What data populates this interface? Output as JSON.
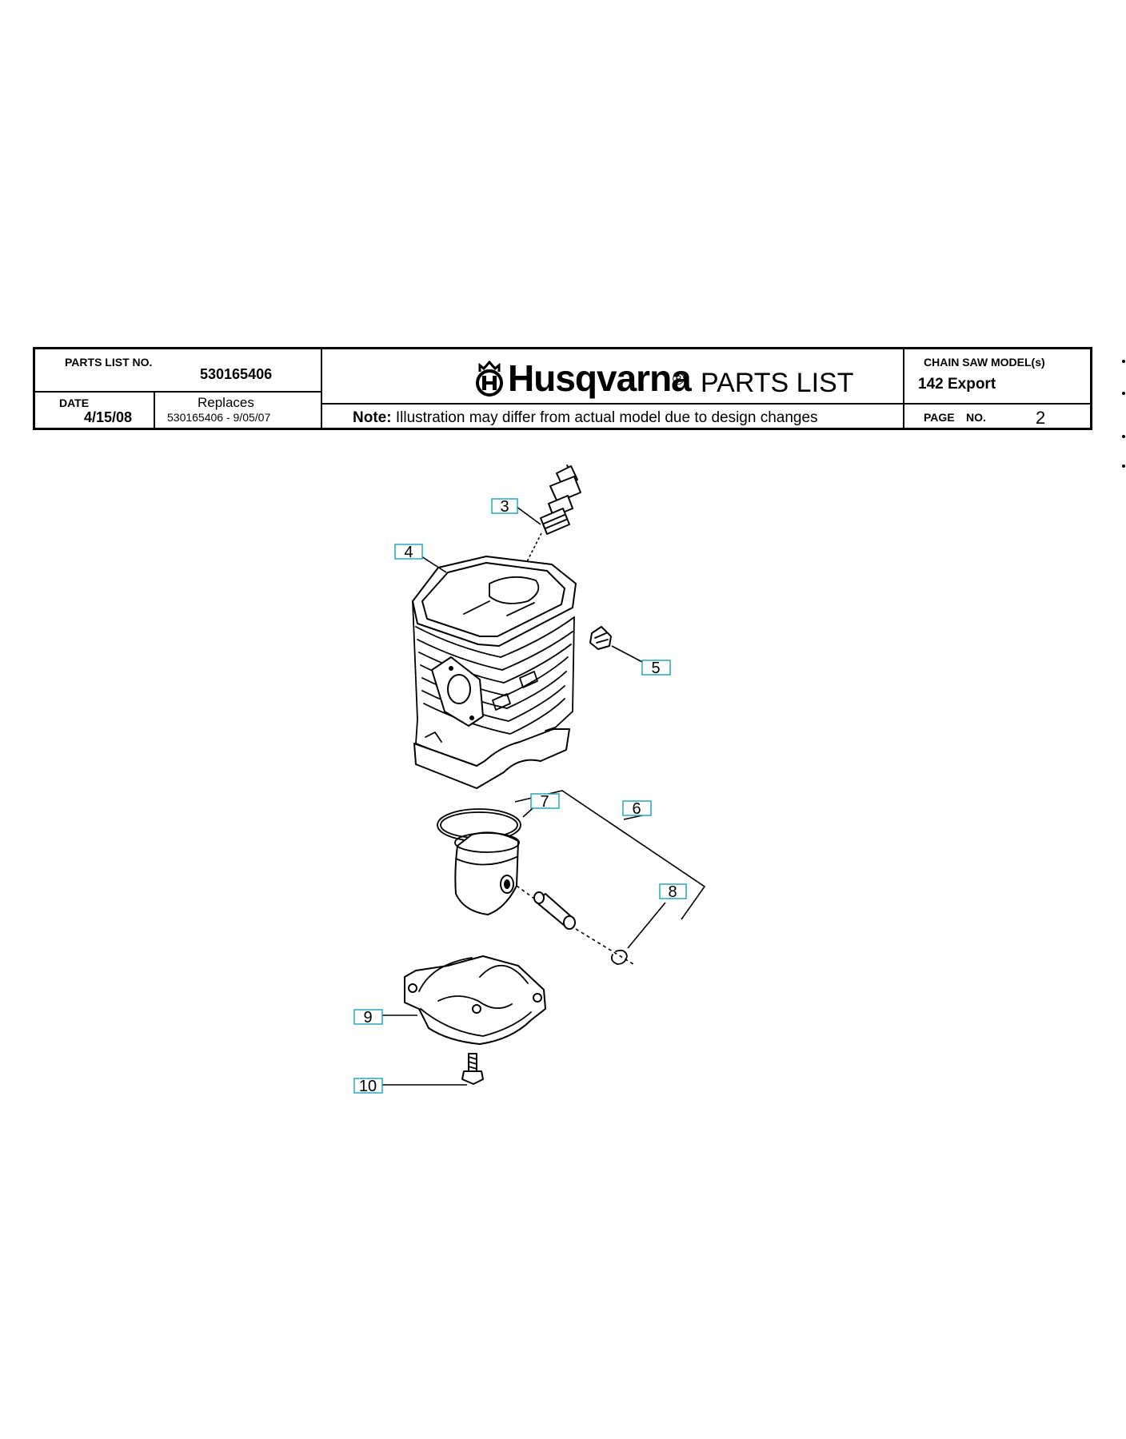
{
  "header": {
    "parts_list_no_label": "PARTS LIST NO.",
    "parts_list_no": "530165406",
    "date_label": "DATE",
    "date": "4/15/08",
    "replaces_label": "Replaces",
    "replaces_value": "530165406 - 9/05/07",
    "brand": "Husqvarna",
    "registered_mark": "®",
    "title": "PARTS LIST",
    "note_label": "Note:",
    "note_text": "Illustration may differ from actual model due to design changes",
    "model_label": "CHAIN SAW MODEL(s)",
    "model": "142 Export",
    "page_label": "PAGE",
    "page_no_label": "NO.",
    "page_no": "2"
  },
  "callouts": [
    "3",
    "4",
    "5",
    "6",
    "7",
    "8",
    "9",
    "10"
  ],
  "colors": {
    "callout_border": "#1b9fb5",
    "line": "#000000"
  }
}
